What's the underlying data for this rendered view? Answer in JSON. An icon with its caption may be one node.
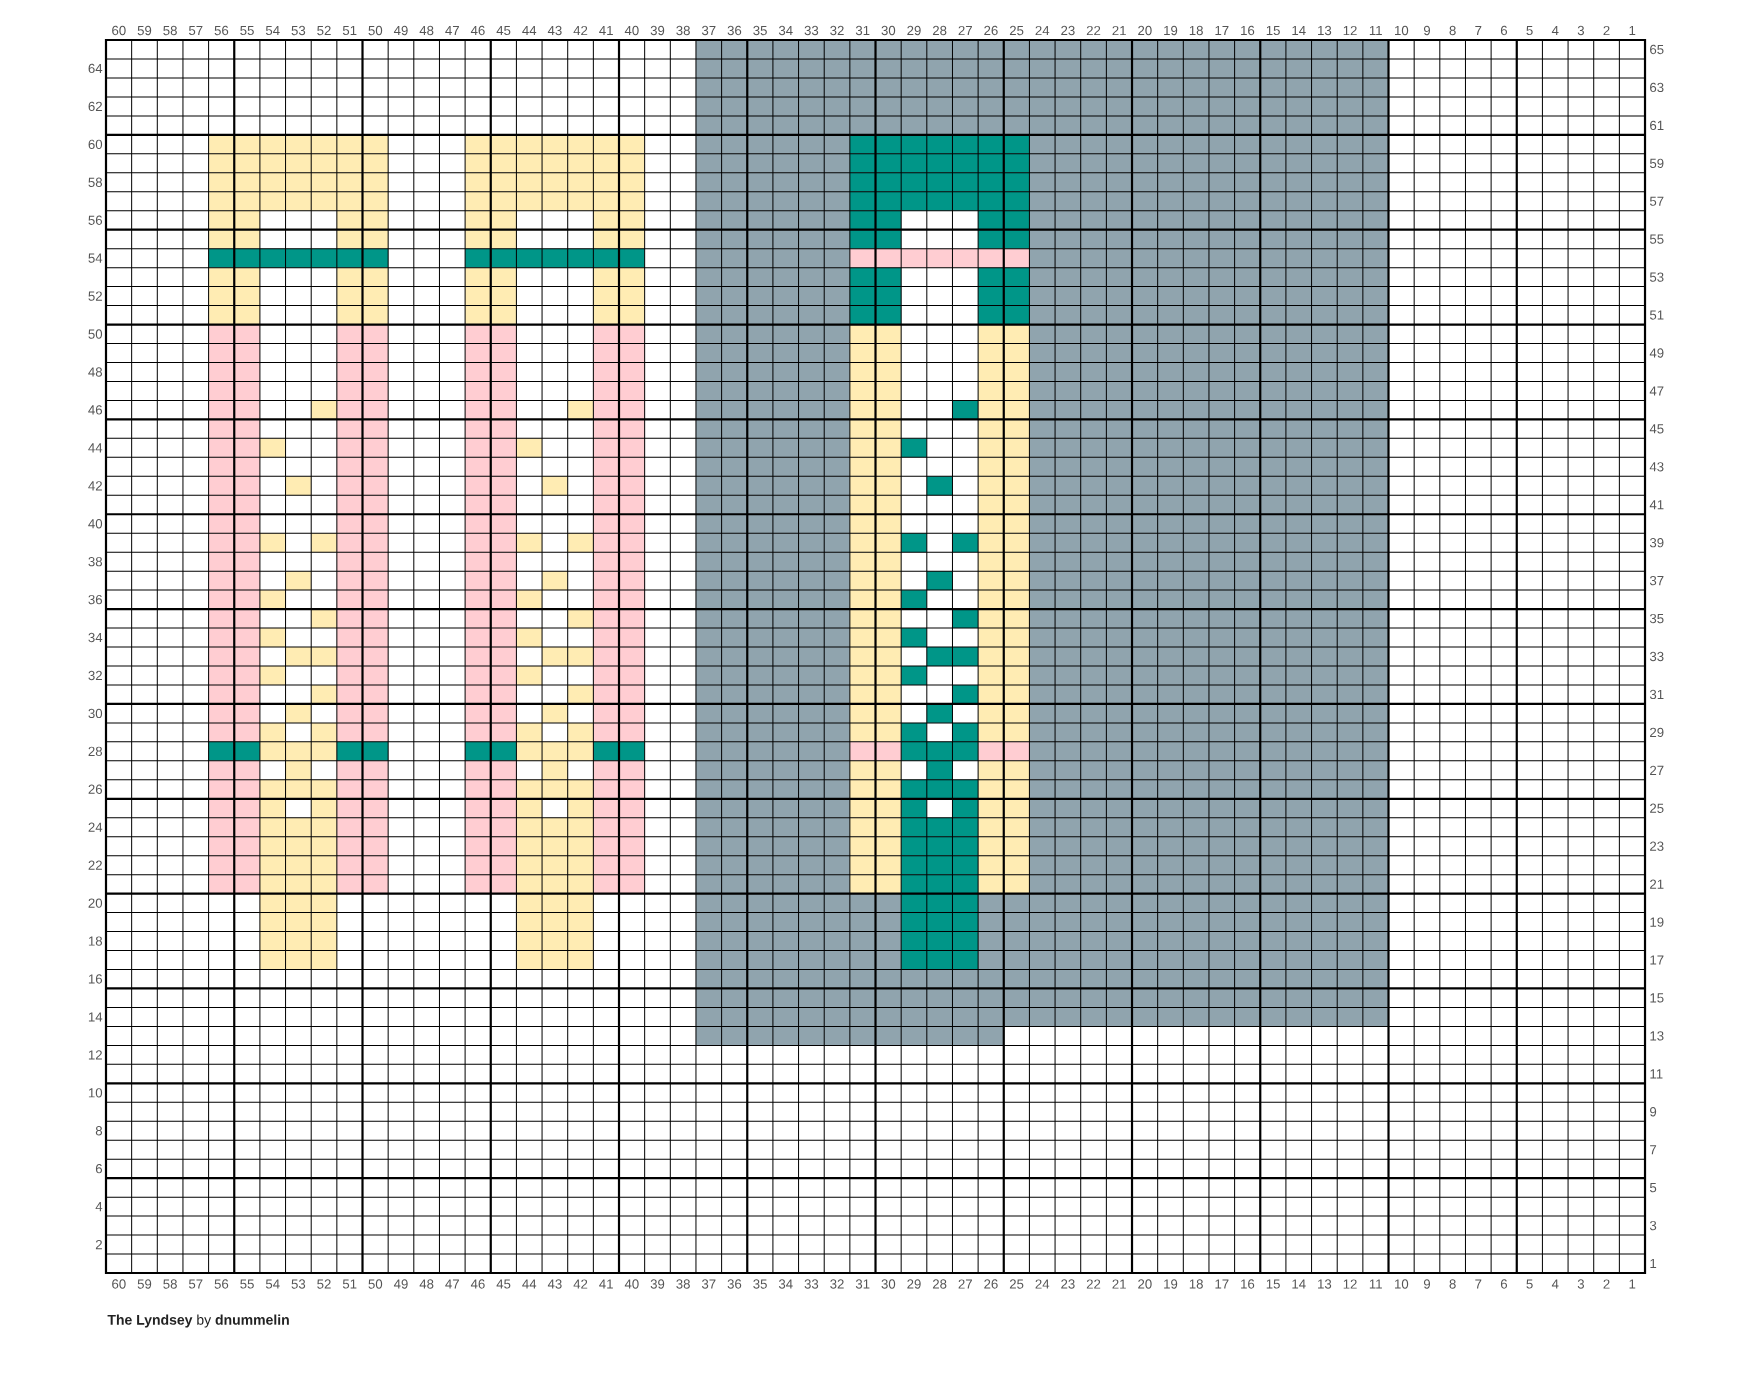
{
  "diagram": {
    "title": "**The Lyndsey** by **dnummelin**",
    "labels": [
      "60",
      "59",
      "58",
      "57",
      "56",
      "55",
      "54",
      "53",
      "52",
      "51",
      "50",
      "49",
      "48",
      "47",
      "46",
      "45",
      "44",
      "43",
      "42",
      "41",
      "40",
      "39",
      "38",
      "37",
      "36",
      "35",
      "34",
      "33",
      "32",
      "31",
      "30",
      "29",
      "28",
      "27",
      "26",
      "25",
      "24",
      "23",
      "22",
      "21",
      "20",
      "19",
      "18",
      "17",
      "16",
      "15",
      "14",
      "13",
      "12",
      "11",
      "10",
      "9",
      "8",
      "7",
      "6",
      "5",
      "4",
      "3",
      "2",
      "1",
      "65",
      "64",
      "63",
      "62",
      "61",
      "60",
      "59",
      "58",
      "57",
      "56",
      "55",
      "54",
      "53",
      "52",
      "51",
      "50",
      "49",
      "48",
      "47",
      "46",
      "45",
      "44",
      "43",
      "42",
      "41",
      "40",
      "39",
      "38",
      "37",
      "36",
      "35",
      "34",
      "33",
      "32",
      "31",
      "30",
      "29",
      "28",
      "27",
      "26",
      "25",
      "24",
      "23",
      "22",
      "21",
      "20",
      "19",
      "18",
      "17",
      "16",
      "15",
      "14",
      "13",
      "12",
      "11",
      "10",
      "9",
      "8",
      "7",
      "6",
      "5",
      "4",
      "3",
      "2",
      "1",
      "60",
      "59",
      "58",
      "57",
      "56",
      "55",
      "54",
      "53",
      "52",
      "51",
      "50",
      "49",
      "48",
      "47",
      "46",
      "45",
      "44",
      "43",
      "42",
      "41",
      "40",
      "39",
      "38",
      "37",
      "36",
      "35",
      "34",
      "33",
      "32",
      "31",
      "30",
      "29",
      "28",
      "27",
      "26",
      "25",
      "24",
      "23",
      "22",
      "21",
      "20",
      "19",
      "18",
      "17",
      "16",
      "15",
      "14",
      "13",
      "12",
      "11",
      "10",
      "9",
      "8",
      "7",
      "6",
      "5",
      "4",
      "3",
      "2",
      "1"
    ]
  }
}
